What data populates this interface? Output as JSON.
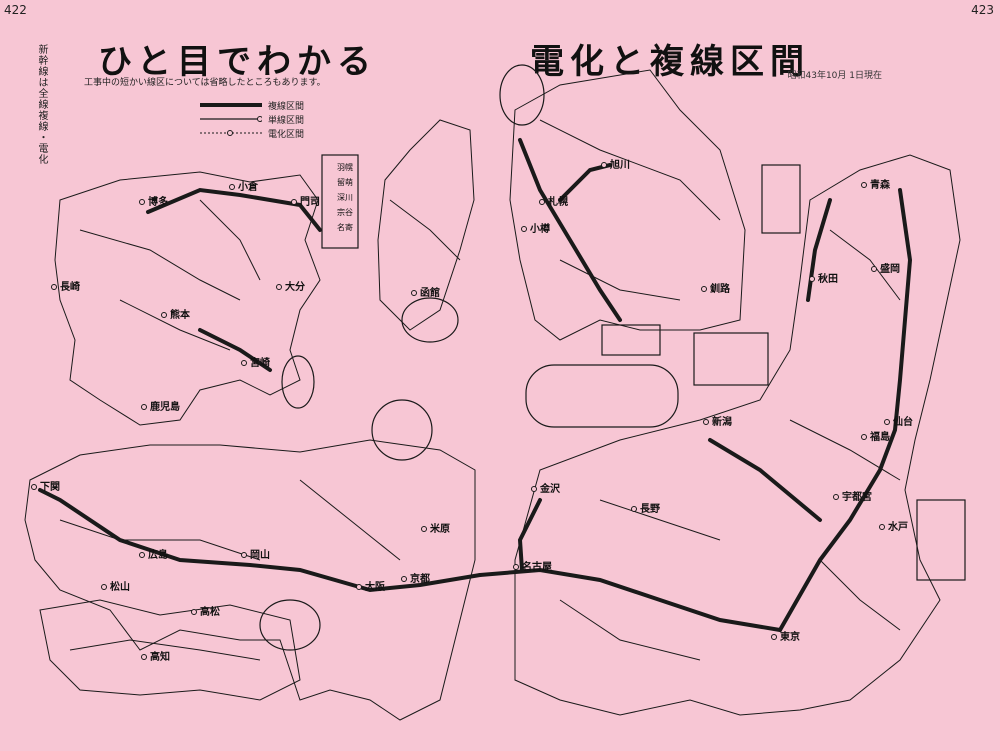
{
  "page_left": "422",
  "page_right": "423",
  "title_left": "ひと目でわかる",
  "title_right": "電化と複線区間",
  "side_note": "新幹線は全線複線・電化",
  "note": "工事中の短かい線区については省略したところもあります。",
  "date": "昭和43年10月 1日現在",
  "legend": [
    {
      "label": "複線区間",
      "style": "double"
    },
    {
      "label": "単線区間",
      "style": "single"
    },
    {
      "label": "電化区間",
      "style": "electrified"
    }
  ],
  "colors": {
    "paper": "#f7c6d4",
    "ink": "#1a1a1a"
  },
  "stations": [
    {
      "name": "博多",
      "lbl": [
        148,
        205
      ]
    },
    {
      "name": "小倉",
      "lbl": [
        238,
        190
      ]
    },
    {
      "name": "門司",
      "lbl": [
        300,
        205
      ]
    },
    {
      "name": "大分",
      "lbl": [
        285,
        290
      ]
    },
    {
      "name": "熊本",
      "lbl": [
        170,
        318
      ]
    },
    {
      "name": "鹿児島",
      "lbl": [
        150,
        410
      ]
    },
    {
      "name": "宮崎",
      "lbl": [
        250,
        366
      ]
    },
    {
      "name": "函館",
      "lbl": [
        420,
        296
      ]
    },
    {
      "name": "札幌",
      "lbl": [
        548,
        205
      ]
    },
    {
      "name": "旭川",
      "lbl": [
        610,
        168
      ]
    },
    {
      "name": "釧路",
      "lbl": [
        710,
        292
      ]
    },
    {
      "name": "青森",
      "lbl": [
        870,
        188
      ]
    },
    {
      "name": "秋田",
      "lbl": [
        818,
        282
      ]
    },
    {
      "name": "盛岡",
      "lbl": [
        880,
        272
      ]
    },
    {
      "name": "仙台",
      "lbl": [
        893,
        425
      ]
    },
    {
      "name": "新潟",
      "lbl": [
        712,
        425
      ]
    },
    {
      "name": "東京",
      "lbl": [
        780,
        640
      ]
    },
    {
      "name": "名古屋",
      "lbl": [
        522,
        570
      ]
    },
    {
      "name": "京都",
      "lbl": [
        410,
        582
      ]
    },
    {
      "name": "大阪",
      "lbl": [
        365,
        590
      ]
    },
    {
      "name": "広島",
      "lbl": [
        148,
        558
      ]
    },
    {
      "name": "下関",
      "lbl": [
        40,
        490
      ]
    },
    {
      "name": "岡山",
      "lbl": [
        250,
        558
      ]
    },
    {
      "name": "高松",
      "lbl": [
        200,
        615
      ]
    },
    {
      "name": "松山",
      "lbl": [
        110,
        590
      ]
    },
    {
      "name": "高知",
      "lbl": [
        150,
        660
      ]
    },
    {
      "name": "金沢",
      "lbl": [
        540,
        492
      ]
    },
    {
      "name": "米原",
      "lbl": [
        430,
        532
      ]
    },
    {
      "name": "長野",
      "lbl": [
        640,
        512
      ]
    },
    {
      "name": "福島",
      "lbl": [
        870,
        440
      ]
    },
    {
      "name": "水戸",
      "lbl": [
        888,
        530
      ]
    },
    {
      "name": "宇都宮",
      "lbl": [
        842,
        500
      ]
    },
    {
      "name": "小樽",
      "lbl": [
        530,
        232
      ]
    },
    {
      "name": "長崎",
      "lbl": [
        60,
        290
      ]
    }
  ],
  "inset_labels": [
    "羽幌",
    "留萌",
    "深川",
    "宗谷",
    "名寄"
  ]
}
